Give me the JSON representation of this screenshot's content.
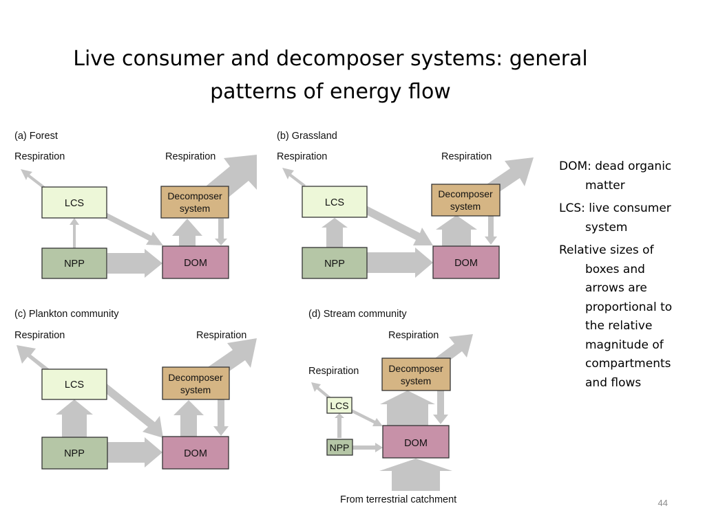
{
  "slide": {
    "title_line1": "Live consumer and decomposer systems: general",
    "title_line2": "patterns of energy flow",
    "page_number": "44"
  },
  "colors": {
    "flow_arrow": "#c5c5c5",
    "lcs_fill": "#edf7d8",
    "npp_fill": "#b5c6a6",
    "decomposer_fill": "#d5b584",
    "dom_fill": "#c791a8",
    "box_border": "#333333"
  },
  "panels": {
    "forest": {
      "label": "(a)  Forest",
      "resp_left": "Respiration",
      "resp_right": "Respiration",
      "lcs": "LCS",
      "npp": "NPP",
      "decomposer_1": "Decomposer",
      "decomposer_2": "system",
      "dom": "DOM"
    },
    "grassland": {
      "label": "(b)  Grassland",
      "resp_left": "Respiration",
      "resp_right": "Respiration",
      "lcs": "LCS",
      "npp": "NPP",
      "decomposer_1": "Decomposer",
      "decomposer_2": "system",
      "dom": "DOM"
    },
    "plankton": {
      "label": "(c)  Plankton community",
      "resp_left": "Respiration",
      "resp_right": "Respiration",
      "lcs": "LCS",
      "npp": "NPP",
      "decomposer_1": "Decomposer",
      "decomposer_2": "system",
      "dom": "DOM"
    },
    "stream": {
      "label": "(d)  Stream community",
      "resp_left": "Respiration",
      "resp_right": "Respiration",
      "lcs": "LCS",
      "npp": "NPP",
      "decomposer_1": "Decomposer",
      "decomposer_2": "system",
      "dom": "DOM",
      "catchment": "From terrestrial catchment"
    }
  },
  "notes": [
    "DOM: dead organic matter",
    "LCS: live consumer system",
    "Relative sizes of boxes and arrows are proportional to the relative magnitude of compartments and flows"
  ]
}
